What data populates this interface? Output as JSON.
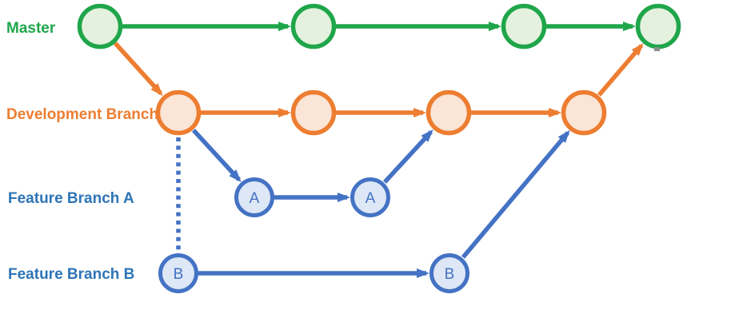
{
  "colors": {
    "master": "#1FA64A",
    "master-fill": "#E5F1DF",
    "development": "#ED7D31",
    "development-fill": "#FBE5D6",
    "feature": "#4472C4",
    "feature-fill": "#DDE7F6",
    "lane-label-blue": "#2E75B6"
  },
  "lanes": [
    {
      "id": "master",
      "label": "Master"
    },
    {
      "id": "development",
      "label": "Development Branch"
    },
    {
      "id": "feature-a",
      "label": "Feature Branch A"
    },
    {
      "id": "feature-b",
      "label": "Feature Branch B"
    }
  ],
  "feature_a_nodes": [
    {
      "label": "A"
    },
    {
      "label": "A"
    }
  ],
  "feature_b_nodes": [
    {
      "label": "B"
    },
    {
      "label": "B"
    }
  ]
}
